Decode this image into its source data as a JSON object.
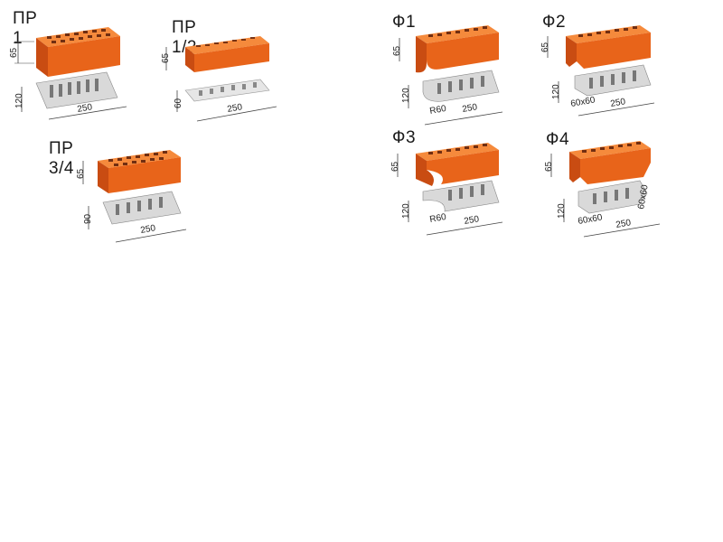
{
  "colors": {
    "brick_front": "#e8641a",
    "brick_top": "#f58a3c",
    "brick_hole": "#5a1e0a",
    "plate": "#d9d9d9",
    "line": "#444444"
  },
  "items": [
    {
      "title": "ПР 1",
      "height": "65",
      "width": "120",
      "length": "250",
      "extra": ""
    },
    {
      "title": "ПР 1/2",
      "height": "65",
      "width": "60",
      "length": "250",
      "extra": ""
    },
    {
      "title": "ПР 3/4",
      "height": "65",
      "width": "90",
      "length": "250",
      "extra": ""
    },
    {
      "title": "Ф1",
      "height": "65",
      "width": "120",
      "length": "250",
      "extra": "R60"
    },
    {
      "title": "Ф2",
      "height": "65",
      "width": "120",
      "length": "250",
      "extra": "60x60"
    },
    {
      "title": "Ф3",
      "height": "65",
      "width": "120",
      "length": "250",
      "extra": "R60"
    },
    {
      "title": "Ф4",
      "height": "65",
      "width": "120",
      "length": "250",
      "extra": "60x60",
      "extra2": "60x60"
    }
  ]
}
